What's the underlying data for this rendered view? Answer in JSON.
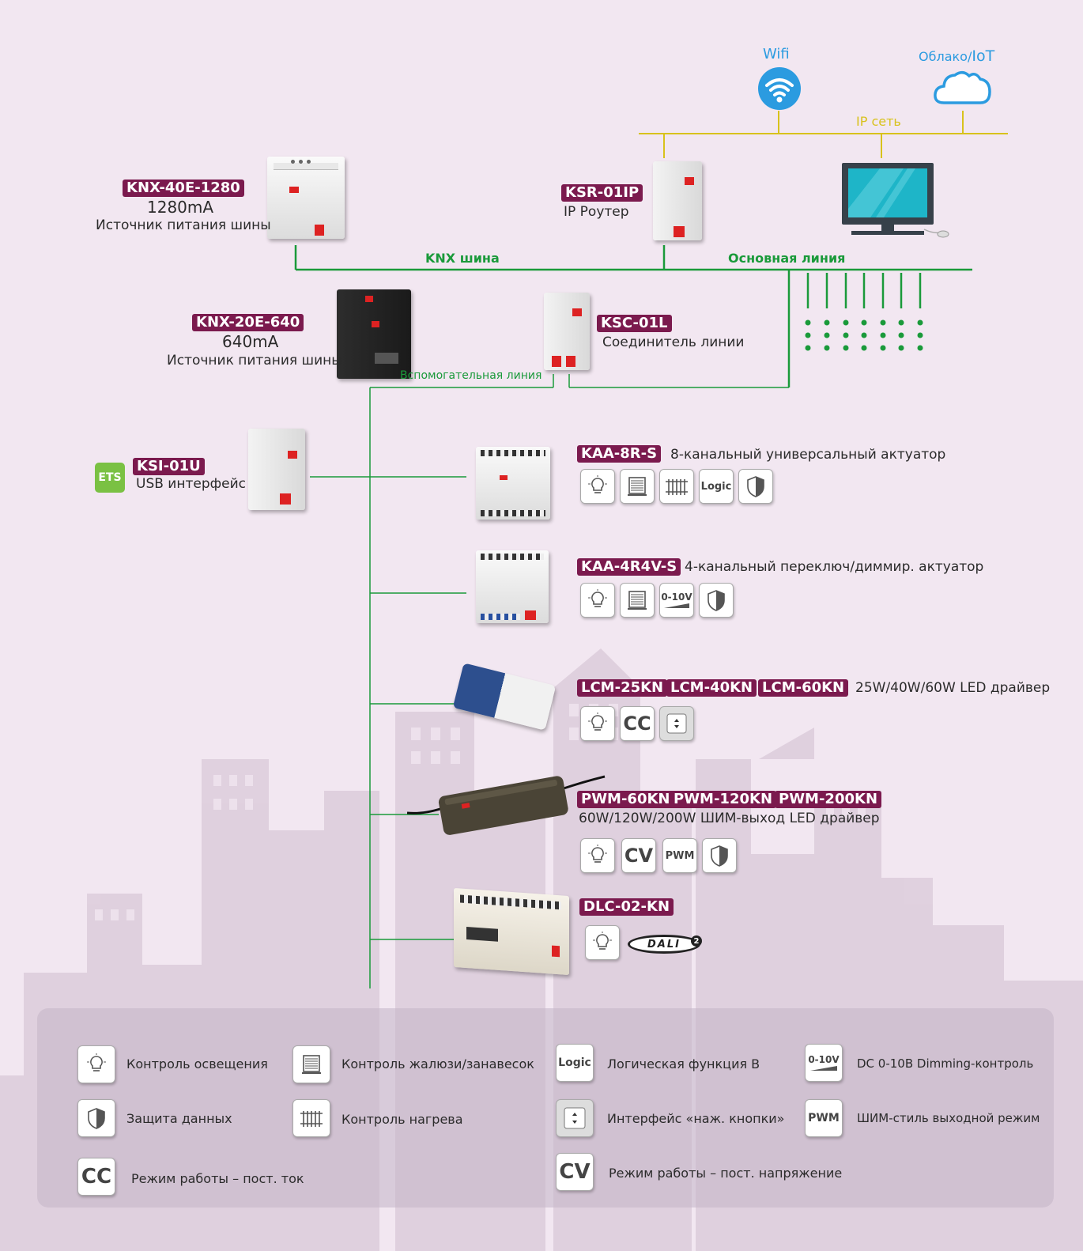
{
  "network": {
    "wifi_label": "Wifi",
    "cloud_label_a": "Облако/",
    "cloud_label_b": "IoT",
    "ip_net_label": "IP сеть",
    "knx_bus_label": "KNX шина",
    "main_line_label": "Основная линия",
    "aux_line_label": "Вспомогательная линия",
    "ets_label": "ETS"
  },
  "devices": {
    "psu1": {
      "model": "KNX-40E-1280",
      "current": "1280mA",
      "desc": "Источник питания шины"
    },
    "router": {
      "model": "KSR-01IP",
      "desc": "IP Роутер"
    },
    "psu2": {
      "model": "KNX-20E-640",
      "current": "640mA",
      "desc": "Источник питания шины"
    },
    "coupler": {
      "model": "KSC-01L",
      "desc": "Соединитель линии"
    },
    "usb": {
      "model": "KSI-01U",
      "desc": "USB интерфейс"
    },
    "kaa8": {
      "model": "KAA-8R-S",
      "desc": "8-канальный универсальный актуатор"
    },
    "kaa4": {
      "model": "KAA-4R4V-S",
      "desc": "4-канальный переключ/диммир. актуатор"
    },
    "lcm": {
      "models": [
        "LCM-25KN",
        "LCM-40KN",
        "LCM-60KN"
      ],
      "desc": "25W/40W/60W LED драйвер"
    },
    "pwm": {
      "models": [
        "PWM-60KN",
        "PWM-120KN",
        "PWM-200KN"
      ],
      "desc": "60W/120W/200W ШИМ-выход LED драйвер"
    },
    "dlc": {
      "model": "DLC-02-KN",
      "dali_label": "DALI",
      "dali_sup": "2"
    }
  },
  "icon_text": {
    "logic": "Logic",
    "v010": "0-10V",
    "cc": "CC",
    "cv": "CV",
    "pwm": "PWM"
  },
  "legend": {
    "light": "Контроль освещения",
    "blinds": "Контроль жалюзи/занавесок",
    "logic": "Логическая функция В",
    "dimming": "DC 0-10В Dimming-контроль",
    "security": "Защита данных",
    "heating": "Контроль нагрева",
    "button": "Интерфейс «наж. кнопки»",
    "pwm": "ШИМ-стиль выходной режим",
    "cc": "Режим работы – пост. ток",
    "cv": "Режим работы – пост. напряжение"
  },
  "colors": {
    "tag": "#7b1a4e",
    "knx_line": "#1a9a3a",
    "ip_line": "#d8c21c",
    "wifi": "#2b9be0",
    "background": "#f2e7f1"
  }
}
